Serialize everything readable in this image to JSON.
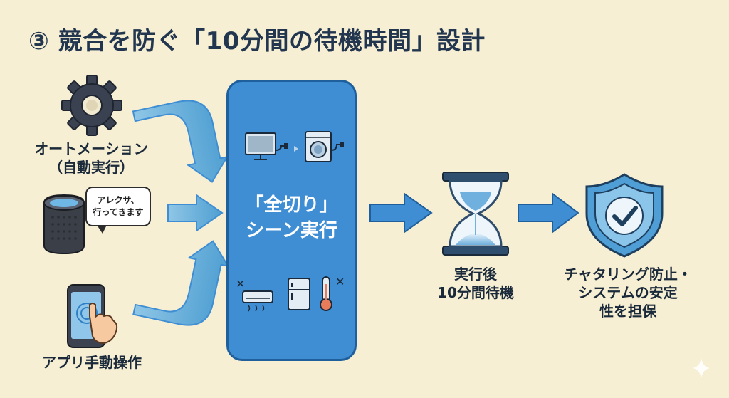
{
  "title": "③ 競合を防ぐ「10分間の待機時間」設計",
  "inputs": {
    "automation": {
      "line1": "オートメーション",
      "line2": "（自動実行）",
      "icon": "gear-icon"
    },
    "voice": {
      "bubble_line1": "アレクサ、",
      "bubble_line2": "行ってきます",
      "icon": "smart-speaker-icon"
    },
    "app": {
      "label": "アプリ手動操作",
      "icon": "smartphone-tap-icon"
    }
  },
  "center": {
    "line1": "「全切り」",
    "line2": "シーン実行",
    "top_icons": [
      "tv-icon",
      "washing-machine-icon"
    ],
    "bottom_icons": [
      "air-conditioner-icon",
      "refrigerator-icon",
      "thermometer-icon"
    ]
  },
  "wait": {
    "line1": "実行後",
    "line2": "10分間待機",
    "icon": "hourglass-icon"
  },
  "result": {
    "line1": "チャタリング防止・",
    "line2": "システムの安定",
    "line3": "性を担保",
    "icon": "shield-check-icon"
  },
  "colors": {
    "background": "#f7efd3",
    "panel": "#3f8ed4",
    "panel_border": "#1f5f9b",
    "arrow": "#5ba5d4",
    "arrow_dark": "#3f8ed4",
    "text": "#1b2a3a"
  }
}
